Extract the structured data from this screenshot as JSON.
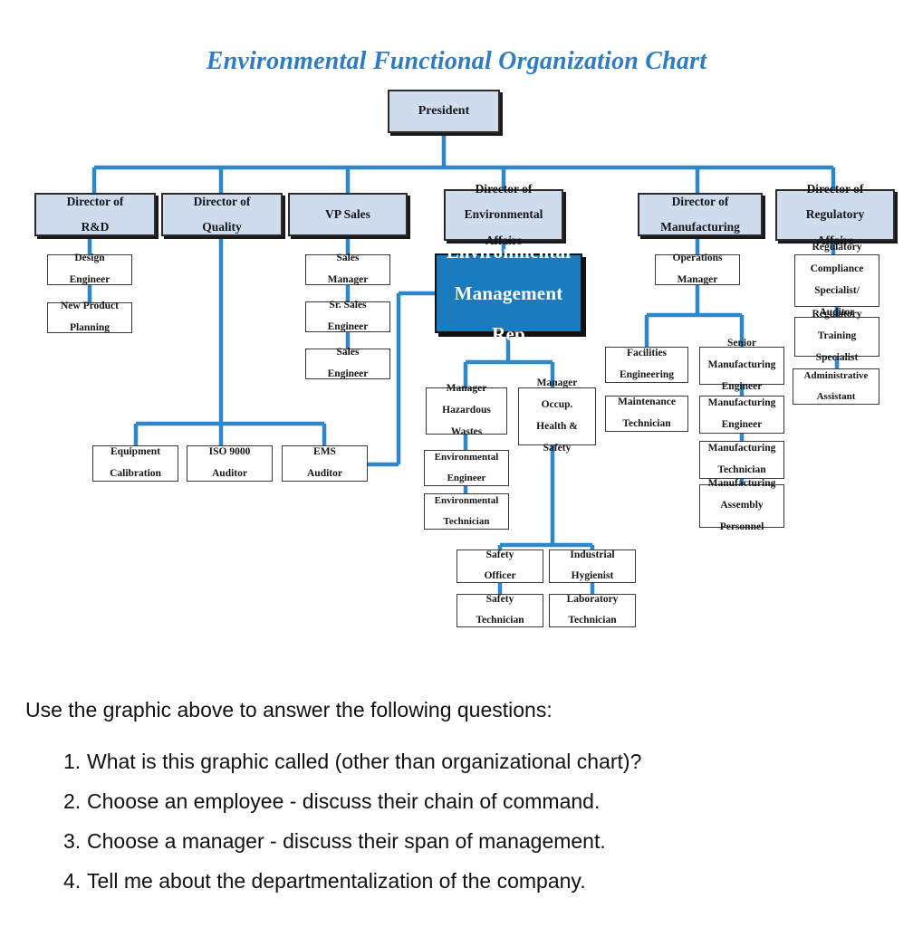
{
  "chart": {
    "title": "Environmental Functional Organization Chart",
    "title_color": "#2E7CC4",
    "line_color": "#2E87C8",
    "node_fill_level1": "#cfdcee",
    "node_fill_highlight": "#1B7BBF",
    "node_fill_leaf": "#ffffff",
    "nodes": {
      "president": "President",
      "dir_rd": "Director of\nR&D",
      "dir_rd_l1": "Director of",
      "dir_rd_l2": "R&D",
      "dir_quality_l1": "Director of",
      "dir_quality_l2": "Quality",
      "vp_sales": "VP Sales",
      "dir_env_l1": "Director of",
      "dir_env_l2": "Environmental",
      "dir_env_l3": "Affairs",
      "dir_mfg_l1": "Director of",
      "dir_mfg_l2": "Manufacturing",
      "dir_reg_l1": "Director of",
      "dir_reg_l2": "Regulatory",
      "dir_reg_l3": "Affairs",
      "emr_l1": "Environmental",
      "emr_l2": "Management",
      "emr_l3": "Rep",
      "design_engineer_l1": "Design",
      "design_engineer_l2": "Engineer",
      "new_product_l1": "New Product",
      "new_product_l2": "Planning",
      "sales_manager_l1": "Sales",
      "sales_manager_l2": "Manager",
      "sr_sales_eng_l1": "Sr. Sales",
      "sr_sales_eng_l2": "Engineer",
      "sales_eng_l1": "Sales",
      "sales_eng_l2": "Engineer",
      "equip_cal_l1": "Equipment",
      "equip_cal_l2": "Calibration",
      "iso_auditor_l1": "ISO 9000",
      "iso_auditor_l2": "Auditor",
      "ems_auditor_l1": "EMS",
      "ems_auditor_l2": "Auditor",
      "mgr_haz_l1": "Manager",
      "mgr_haz_l2": "Hazardous",
      "mgr_haz_l3": "Wastes",
      "env_engineer_l1": "Environmental",
      "env_engineer_l2": "Engineer",
      "env_tech_l1": "Environmental",
      "env_tech_l2": "Technician",
      "mgr_ohs_l1": "Manager",
      "mgr_ohs_l2": "Occup.",
      "mgr_ohs_l3": "Health &",
      "mgr_ohs_l4": "Safety",
      "safety_officer_l1": "Safety",
      "safety_officer_l2": "Officer",
      "safety_tech_l1": "Safety",
      "safety_tech_l2": "Technician",
      "industrial_hyg_l1": "Industrial",
      "industrial_hyg_l2": "Hygienist",
      "lab_tech_l1": "Laboratory",
      "lab_tech_l2": "Technician",
      "ops_manager_l1": "Operations",
      "ops_manager_l2": "Manager",
      "facilities_eng_l1": "Facilities",
      "facilities_eng_l2": "Engineering",
      "maint_tech_l1": "Maintenance",
      "maint_tech_l2": "Technician",
      "sr_mfg_eng_l1": "Senior",
      "sr_mfg_eng_l2": "Manufacturing",
      "sr_mfg_eng_l3": "Engineer",
      "mfg_eng_l1": "Manufacturing",
      "mfg_eng_l2": "Engineer",
      "mfg_tech_l1": "Manufacturing",
      "mfg_tech_l2": "Technician",
      "mfg_assembly_l1": "Manufacturing",
      "mfg_assembly_l2": "Assembly",
      "mfg_assembly_l3": "Personnel",
      "reg_compliance_l1": "Regulatory",
      "reg_compliance_l2": "Compliance",
      "reg_compliance_l3": "Specialist/",
      "reg_compliance_l4": "Auditor",
      "reg_training_l1": "Regulatory",
      "reg_training_l2": "Training",
      "reg_training_l3": "Specialist",
      "admin_assistant_l1": "Administrative",
      "admin_assistant_l2": "Assistant"
    }
  },
  "questions": {
    "intro": "Use the graphic above to answer the following questions:",
    "items": [
      {
        "num": "1.",
        "text": "What is this graphic called (other than organizational chart)?"
      },
      {
        "num": "2.",
        "text": "Choose an employee - discuss their chain of command."
      },
      {
        "num": "3.",
        "text": "Choose a manager - discuss their span of management."
      },
      {
        "num": "4.",
        "text": "Tell me about the departmentalization of the company."
      }
    ]
  }
}
